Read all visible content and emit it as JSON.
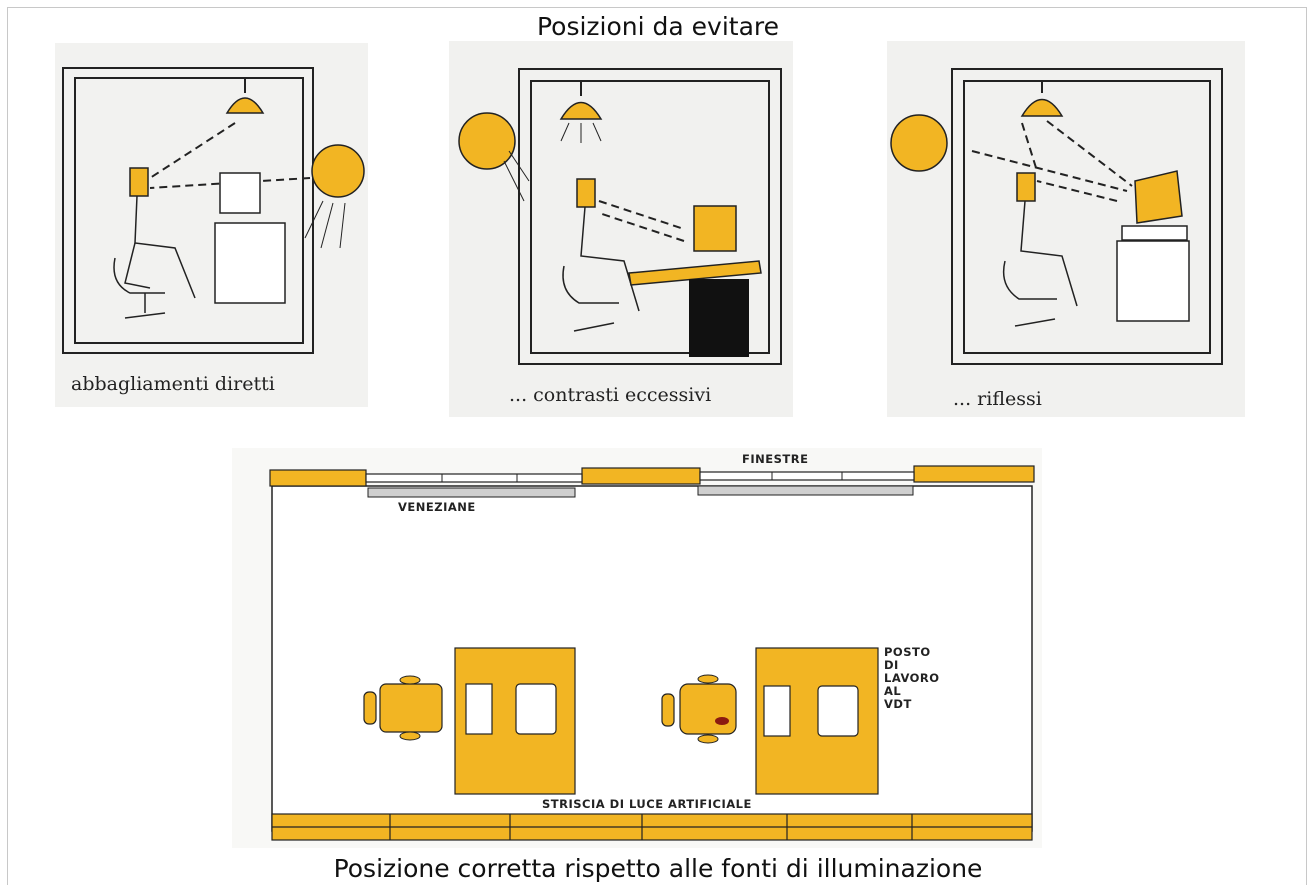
{
  "title_top": "Posizioni da evitare",
  "title_bottom": "Posizione corretta rispetto alle fonti di illuminazione",
  "panels": [
    {
      "caption": "abbagliamenti diretti"
    },
    {
      "caption": "... contrasti eccessivi"
    },
    {
      "caption": "... riflessi"
    }
  ],
  "plan": {
    "finestre": "FINESTRE",
    "veneziane": "VENEZIANE",
    "posto": "POSTO\nDI\nLAVORO\nAL\nVDT",
    "striscia": "STRISCIA DI LUCE ARTIFICIALE"
  },
  "colors": {
    "accent": "#f2b523",
    "line": "#222222",
    "paper": "#f3f3f1"
  }
}
